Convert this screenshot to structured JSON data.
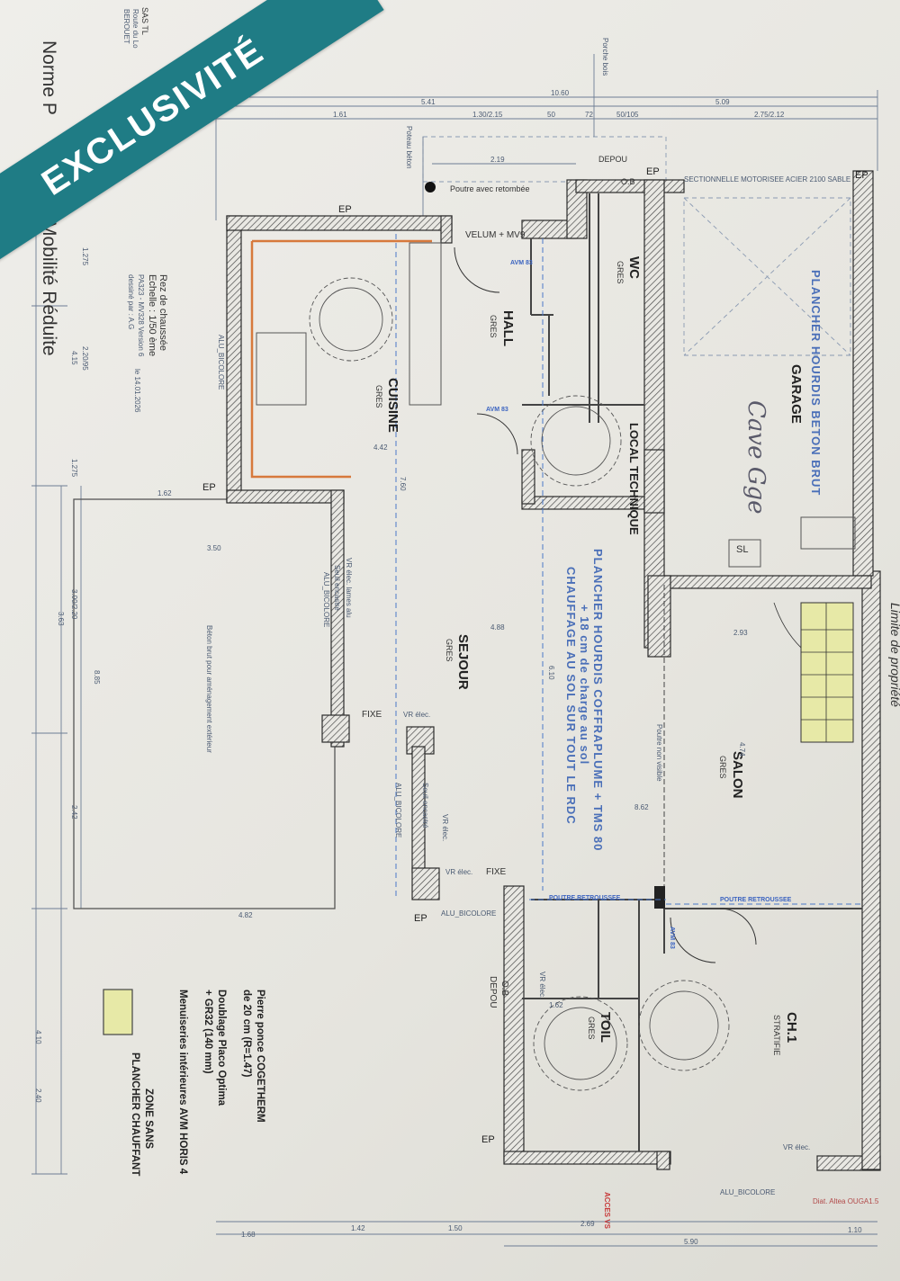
{
  "banner": {
    "text": "EXCLUSIVITÉ",
    "color": "#1f7c85"
  },
  "side_labels": {
    "left_top": "Norme P",
    "left_bottom": "Mobilité Réduite",
    "right": "Limite de propriété"
  },
  "header": {
    "company": "SAS TL",
    "line2": "Route du Lo",
    "line3": "BEROUET"
  },
  "title_block": {
    "line1": "Rez de chaussée",
    "line2": "Echelle : 1/50 ème",
    "line3": "PA323 - MV328 Version 6",
    "line4": "dessiné par : A.G",
    "date": "le 14.01.2026"
  },
  "rooms": {
    "garage": "GARAGE",
    "garage_floor": "PLANCHER HOURDIS BETON BRUT",
    "garage_note": "Cave Gge",
    "wc": "WC",
    "hall": "HALL",
    "cuisine": "CUISINE",
    "local": "LOCAL TECHNIQUE",
    "sejour": "SEJOUR",
    "salon": "SALON",
    "toil": "TOIL",
    "ch1": "CH.1",
    "gres": "GRES",
    "stratifie": "STRATIFIE",
    "depot1": "DEPOU",
    "depot2": "DEPOU",
    "ob": "O.B"
  },
  "floor_notes": {
    "line1": "PLANCHER HOURDIS COFFRAPLUME + TMS 80",
    "line2": "+ 18 cm de charge au sol",
    "line3": "CHAUFFAGE AU SOL SUR TOUT LE RDC"
  },
  "labels": {
    "poteau": "Poteau béton",
    "poutre_retombee": "Poutre avec retombée",
    "porche": "Porche bois",
    "velum": "VELUM + MV9",
    "sectionnelle": "SECTIONNELLE MOTORISEE ACIER 2100 SABLE",
    "ep": "EP",
    "fixe": "FIXE",
    "vr_elec": "VR élec.",
    "alu": "ALU_BICOLORE",
    "beton_brut": "Béton brut pour aménagement extérieur",
    "poutre_non_visible": "Poutre non visible",
    "poutre_retroussee": "POUTRE RETROUSSEE",
    "sl": "SL",
    "acces": "ACCES VS",
    "seuil": "Seuil encastré",
    "vr_lames": "VR élec. lames alu",
    "avm": "AVM 83"
  },
  "dimensions": {
    "top_total": "10.60",
    "top_left": "5.41",
    "top_right": "5.09",
    "d161": "1.61",
    "d130": "1.30/2.15",
    "d50": "50",
    "d72": "72",
    "d50105": "50/105",
    "d275": "2.75/2.12",
    "d219": "2.19",
    "d442": "4.42",
    "d760": "7.60",
    "d488": "4.88",
    "d293": "2.93",
    "d474": "4.74",
    "d862": "8.62",
    "d482": "4.82",
    "d350": "3.50",
    "d885": "8.85",
    "d610": "6.10",
    "d162": "1.62",
    "bottom_168": "1.68",
    "bottom_142": "1.42",
    "bottom_150": "1.50",
    "bottom_269": "2.69",
    "bottom_590": "5.90",
    "bottom_110": "1.10",
    "left_1275": "1.275",
    "left_220": "2.20/95",
    "left_415": "4.15",
    "left_3": "3.00/2.20",
    "left_363": "3.63",
    "left_242": "2.42",
    "left_410": "4.10",
    "left_240": "2.40"
  },
  "legend": {
    "wall1": "Pierre ponce COGETHERM",
    "wall2": "de 20 cm (R=1.47)",
    "wall3": "Doublage Placo Optima",
    "wall4": "+ GR32 (140 mm)",
    "menu": "Menuiseries intérieures AVM HORIS 4",
    "zone1": "ZONE SANS",
    "zone2": "PLANCHER CHAUFFANT",
    "zone_color": "#e7e9a7"
  },
  "stamp": "Diat. Altea OUGA1.5"
}
